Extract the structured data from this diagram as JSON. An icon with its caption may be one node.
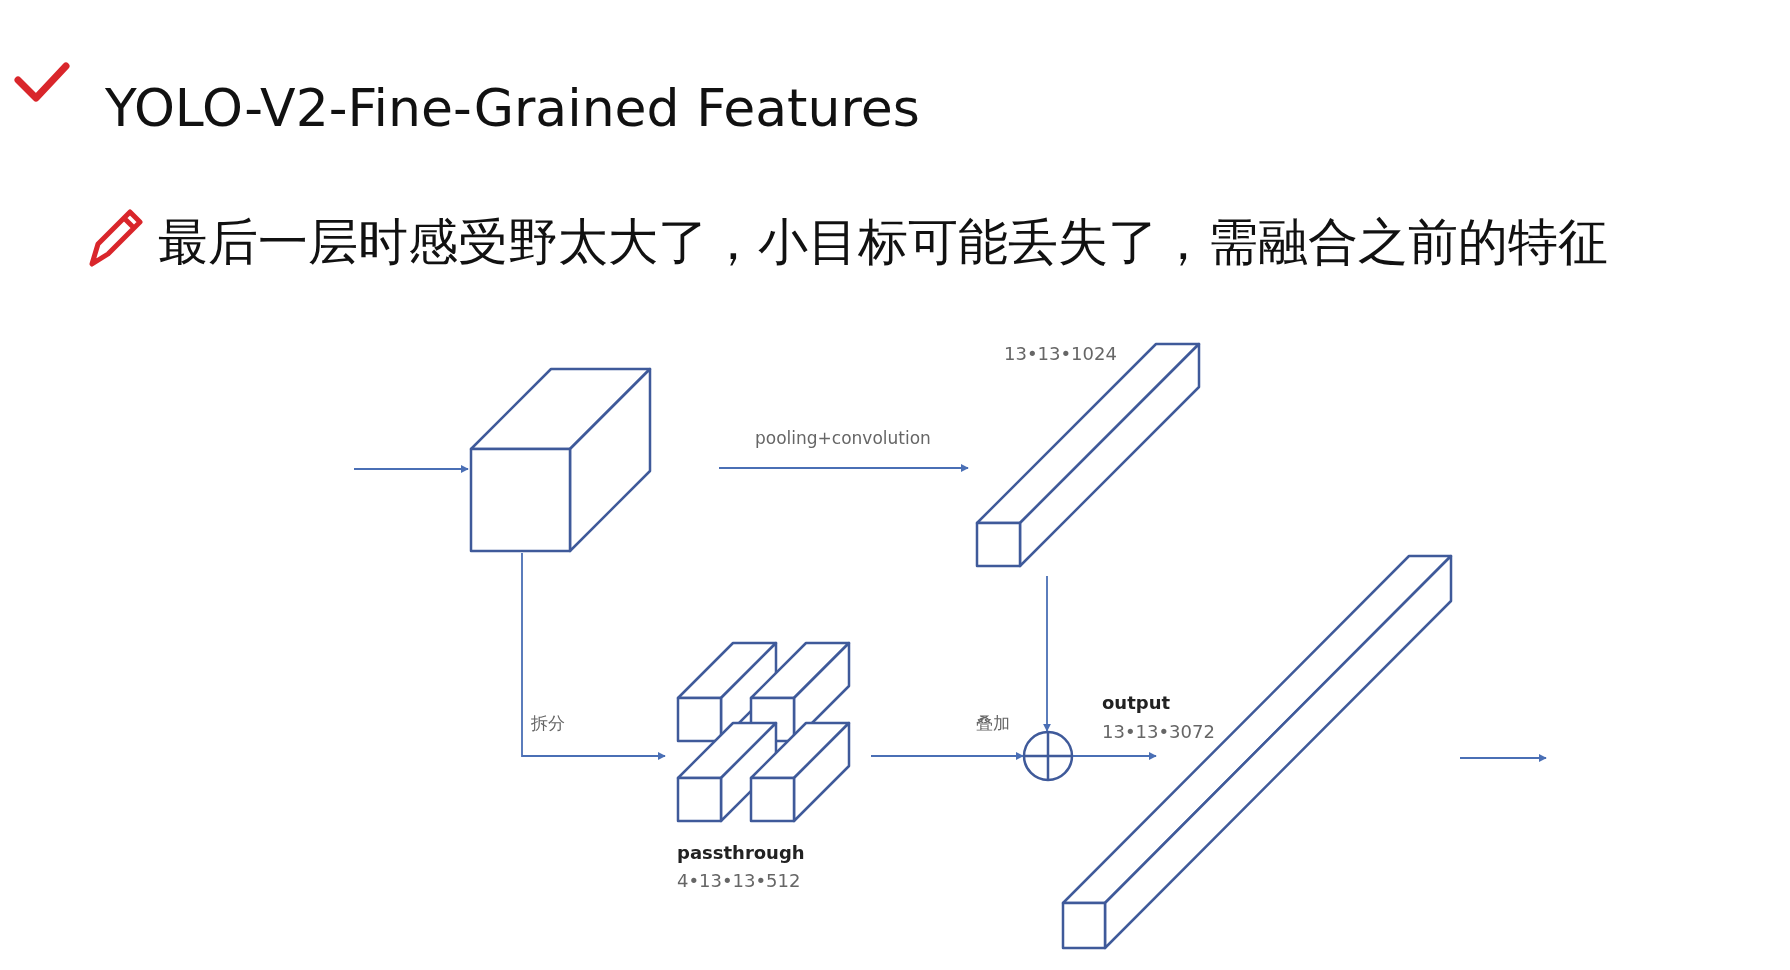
{
  "diagram": {
    "title": "YOLO-V2-Fine-Grained Features",
    "nodes": [
      {
        "text": [],
        "shape": "box"
      },
      {
        "text": [],
        "shape": "box",
        "beside": [
          "13•13•1024"
        ]
      },
      {
        "text": [],
        "shape": "box",
        "beside": [
          "passthrough",
          "4•13•13•512"
        ]
      },
      {
        "text": [],
        "shape": "circle"
      },
      {
        "text": [],
        "shape": "box",
        "beside": [
          "output",
          "13•13•3072"
        ]
      }
    ],
    "edges": [
      {
        "from": null,
        "to": 0,
        "arrow": "to"
      },
      {
        "from": 0,
        "to": 1,
        "arrow": "to",
        "label": "pooling+convolution"
      },
      {
        "from": 0,
        "to": 2,
        "arrow": "to",
        "label": "拆分"
      },
      {
        "from": 2,
        "to": 3,
        "arrow": "to",
        "label": "叠加"
      },
      {
        "from": 1,
        "to": 3,
        "arrow": "to"
      },
      {
        "from": 3,
        "to": 4,
        "arrow": "to"
      },
      {
        "from": 4,
        "to": null,
        "arrow": "to"
      }
    ],
    "labels": [
      "最后一层时感受野太大了，小目标可能丢失了，需融合之前的特征"
    ]
  }
}
